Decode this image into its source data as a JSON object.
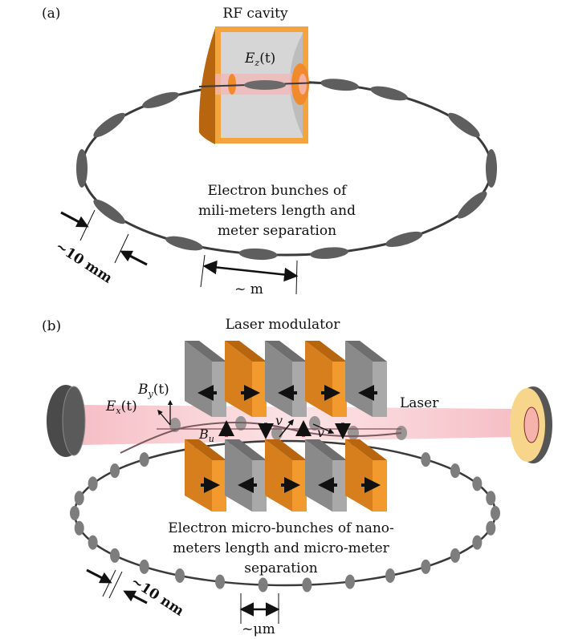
{
  "panel_a": {
    "label": "(a)",
    "title": "RF cavity",
    "field_label": "E",
    "field_sub": "z",
    "field_arg": "(t)",
    "caption_lines": [
      "Electron bunches of",
      "mili-meters length and",
      "meter separation"
    ],
    "bunch_length_label": "~10 mm",
    "separation_label": "~ m",
    "colors": {
      "cavity_orange": "#f2a53a",
      "cavity_dark": "#b8650f",
      "cavity_gray": "#d4d4d4",
      "bunch_gray": "#5e5e5e",
      "beam_pink": "#f4b6b6"
    }
  },
  "panel_b": {
    "label": "(b)",
    "title": "Laser modulator",
    "laser_label": "Laser",
    "by_label": "B",
    "by_sub": "y",
    "by_arg": "(t)",
    "ex_label": "E",
    "ex_sub": "x",
    "ex_arg": "(t)",
    "bu_label": "B",
    "bu_sub": "u",
    "v_label": "v",
    "caption_lines": [
      "Electron micro-bunches of nano-",
      "meters length and micro-meter",
      "separation"
    ],
    "bunch_length_label": "~10 nm",
    "separation_label": "~μm",
    "top_magnets": [
      "gray-left",
      "orange-right",
      "gray-left",
      "orange-right",
      "gray-left"
    ],
    "bottom_magnets": [
      "orange-right",
      "gray-left",
      "orange-right",
      "gray-left",
      "orange-right"
    ],
    "colors": {
      "magnet_orange": "#f39a2e",
      "magnet_gray": "#a9a9a9",
      "mirror_dark": "#505050",
      "mirror_yellow": "#f7d58a",
      "laser_pink": "#f6c3c8",
      "bu_up": "#c24a55",
      "bu_down": "#7a4fa8"
    }
  }
}
